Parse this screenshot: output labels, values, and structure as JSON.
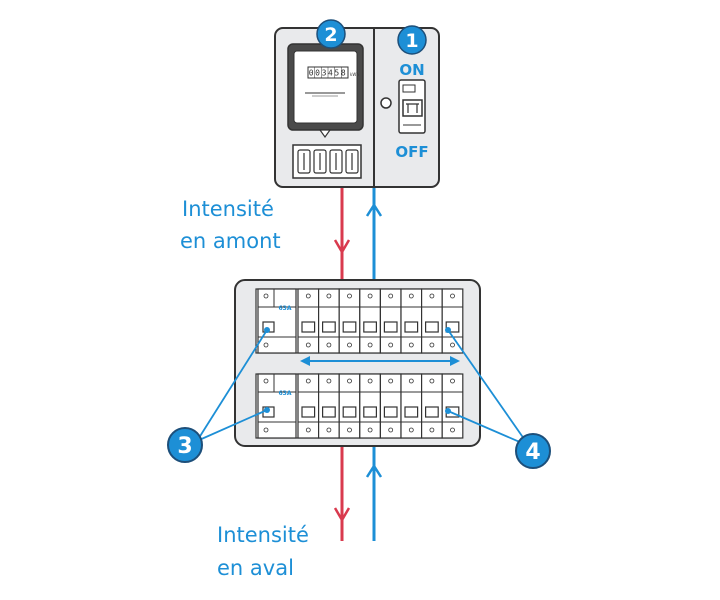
{
  "meter": {
    "reading": "003458",
    "unit": "kWh",
    "on_label": "ON",
    "off_label": "OFF"
  },
  "breakers": {
    "rating_label": "63A"
  },
  "flow_labels": {
    "upstream_line1": "Intensité",
    "upstream_line2": "en amont",
    "downstream_line1": "Intensité",
    "downstream_line2": "en aval"
  },
  "markers": [
    "1",
    "2",
    "3",
    "4"
  ],
  "colors": {
    "accent_blue": "#1d8fd6",
    "flow_red": "#d93a4e",
    "outline_dark": "#333333",
    "panel_fill": "#e9eaec",
    "marker_fill": "#1d8fd6"
  }
}
